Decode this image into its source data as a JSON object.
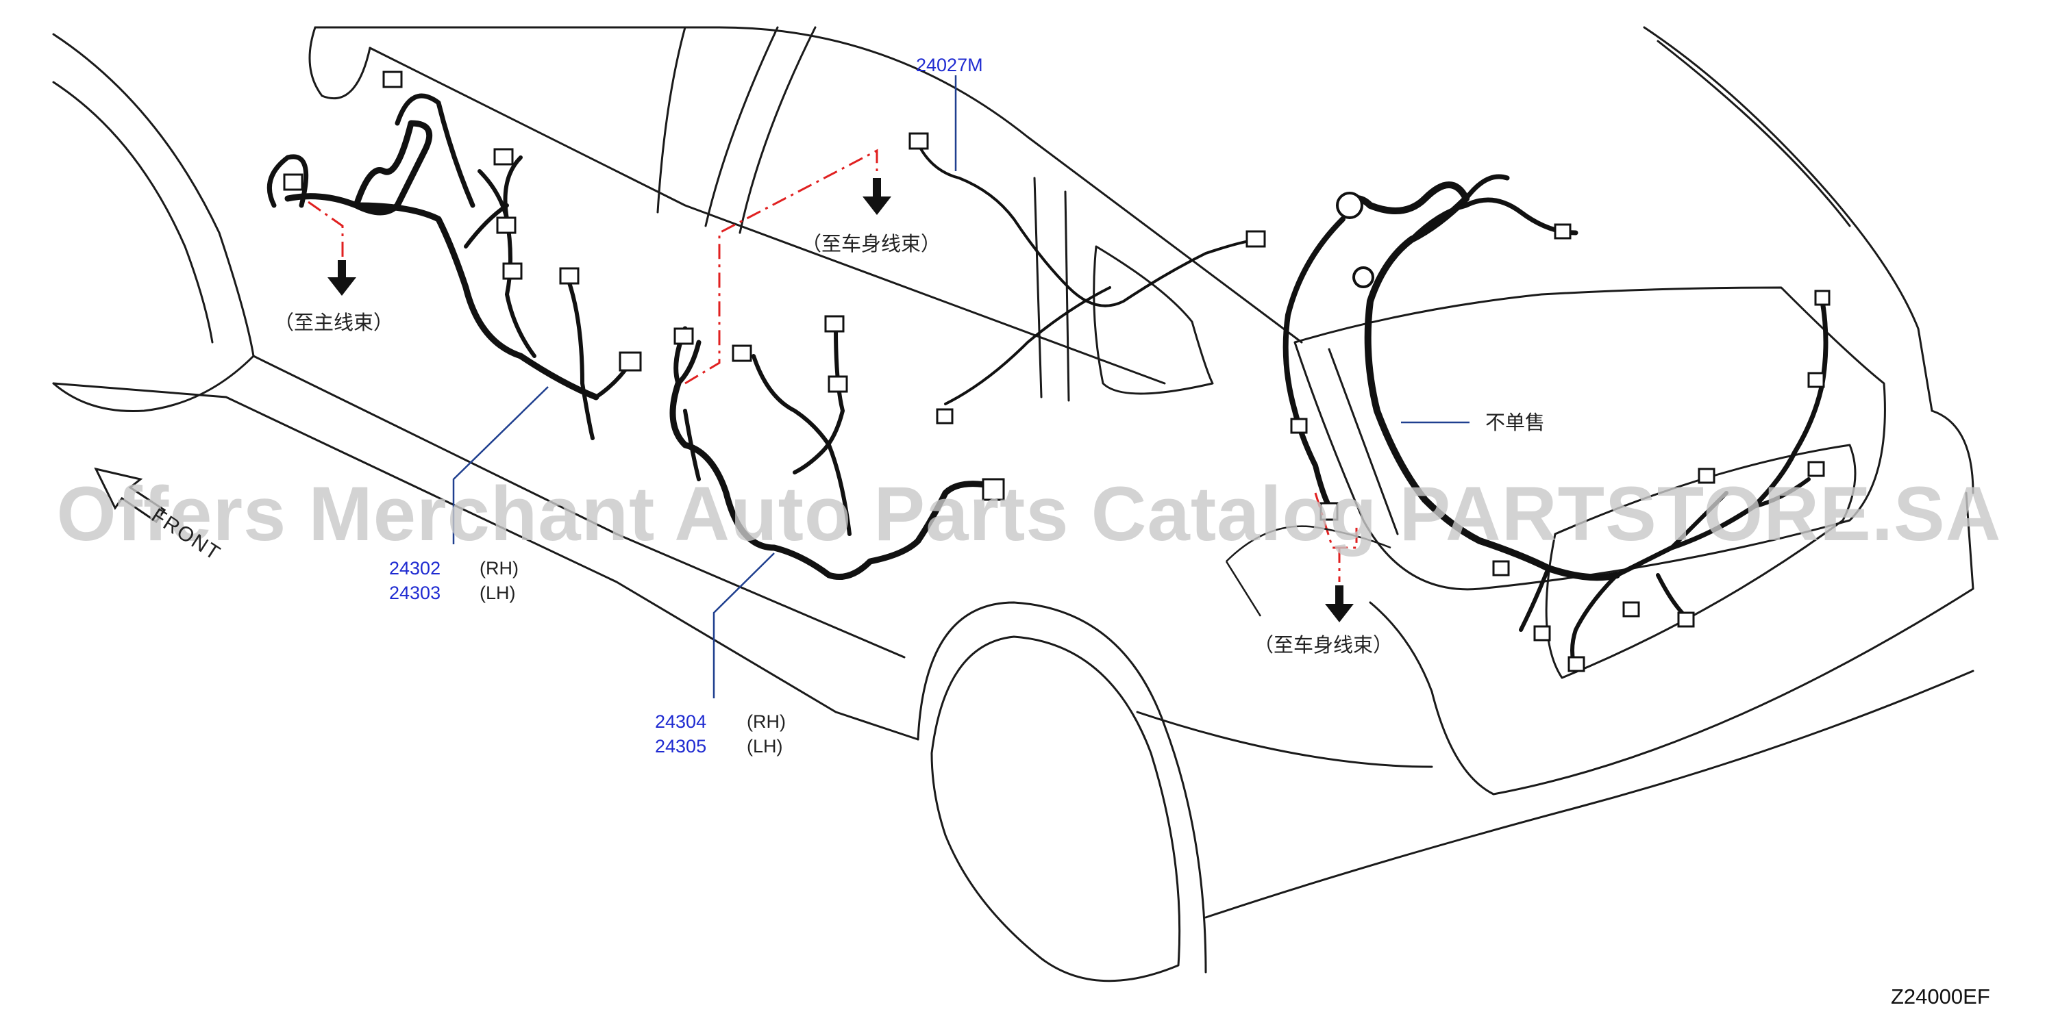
{
  "callouts": {
    "p24027m": "24027M",
    "p24302": "24302",
    "p24303": "24303",
    "p24304": "24304",
    "p24305": "24305",
    "rh": "(RH)",
    "lh": "(LH)"
  },
  "annotations": {
    "to_main_harness": "（至主线束）",
    "to_body_harness": "（至车身线束）",
    "not_sold_separately": "不单售",
    "front": "FRONT"
  },
  "diagram_code": "Z24000EF",
  "watermark": "Offers Merchant Auto Parts Catalog PARTSTORE.SA",
  "colors": {
    "part_number": "#1f2bd1",
    "leader_line": "#1f3f8f",
    "dash_line": "#e02020",
    "outline": "#1a1a1a",
    "harness": "#111111"
  }
}
